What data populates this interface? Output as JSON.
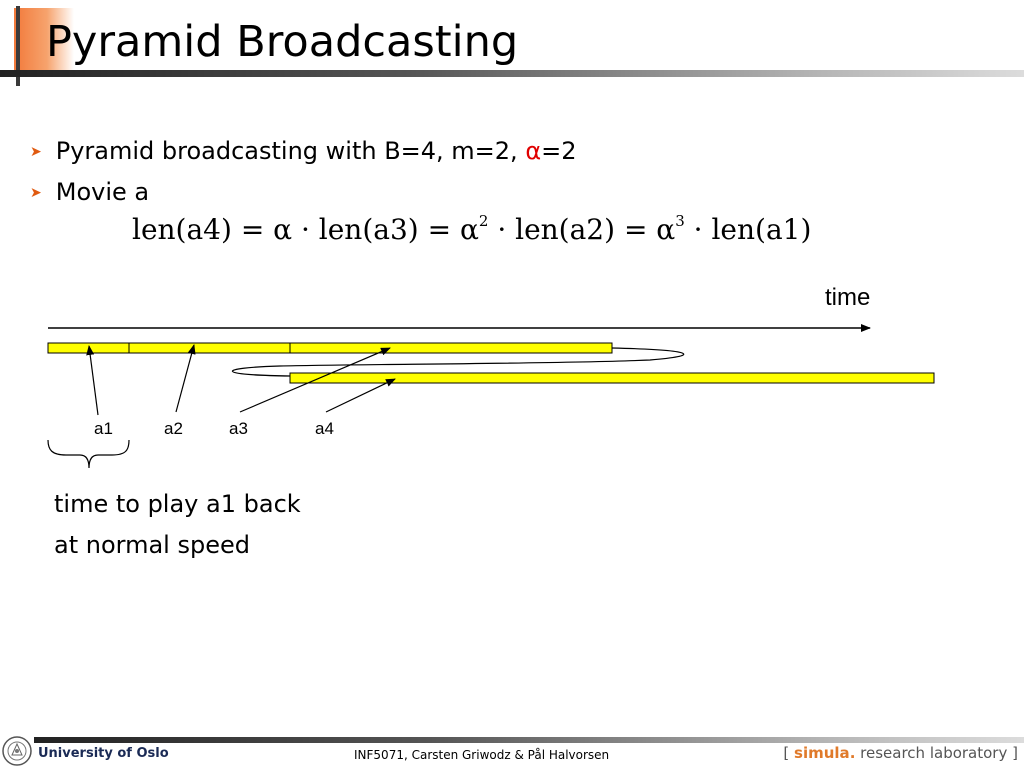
{
  "slide": {
    "title": "Pyramid Broadcasting",
    "bullets": [
      {
        "text": "Pyramid broadcasting with B=4, m=2, ",
        "symbol": "α",
        "suffix": "=2"
      },
      {
        "text": "Movie a"
      }
    ],
    "formula": {
      "p1": "len(a4) = α · len(a3) = α",
      "exp1": "2",
      "p2": " · len(a2) = α",
      "exp2": "3",
      "p3": " · len(a1)"
    }
  },
  "diagram": {
    "time_label": "time",
    "segment_labels": [
      "a1",
      "a2",
      "a3",
      "a4"
    ],
    "caption_lines": [
      "time to play a1 back",
      "at normal speed"
    ],
    "bar_color": "#ffff00"
  },
  "footer": {
    "left": "University of Oslo",
    "center": "INF5071,  Carsten Griwodz & Pål Halvorsen",
    "right_open": "[",
    "right_brand": "simula",
    "right_dot": ".",
    "right_rest": "research laboratory",
    "right_close": "]"
  }
}
